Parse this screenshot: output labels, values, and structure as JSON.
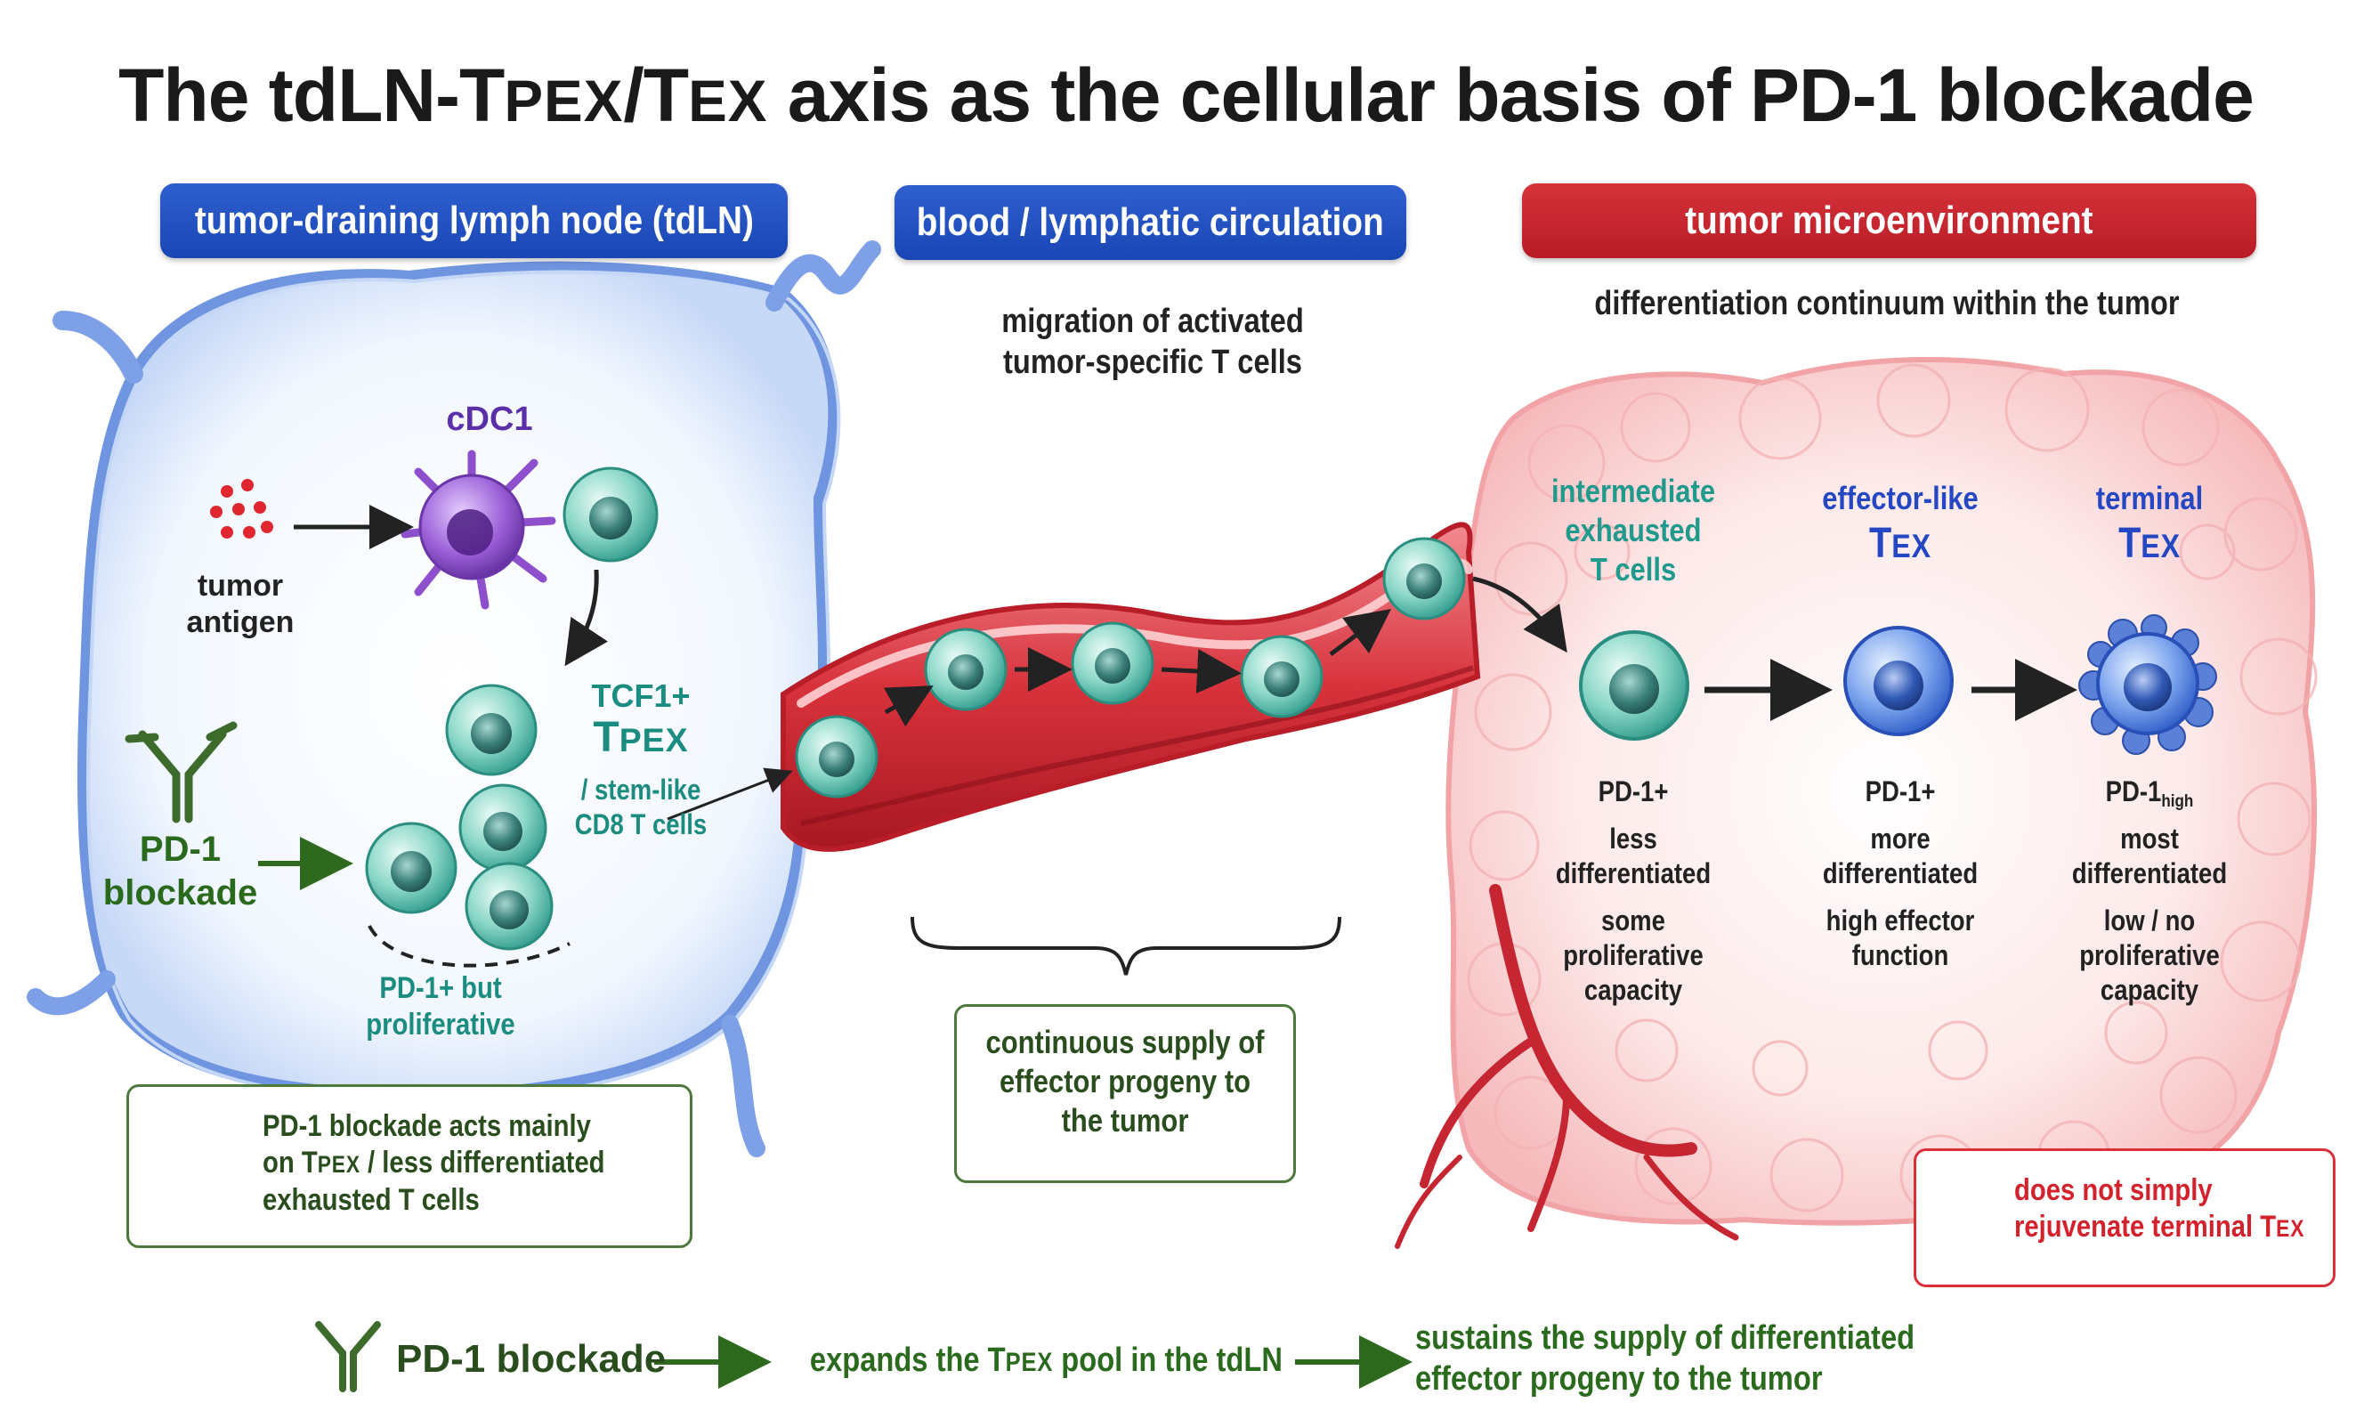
{
  "title": {
    "part1": "The tdLN-T",
    "sc1": "PEX",
    "part2": "/T",
    "sc2": "EX",
    "part3": " axis as the cellular basis of PD-1 blockade"
  },
  "sections": {
    "lymph_node": "tumor-draining lymph node (tdLN)",
    "circulation": "blood / lymphatic circulation",
    "tumor": "tumor microenvironment"
  },
  "lymph_node": {
    "cdc1": "cDC1",
    "antigen_line1": "tumor",
    "antigen_line2": "antigen",
    "tcf1": "TCF1+",
    "tpex_T": "T",
    "tpex_sc": "PEX",
    "stem_line1": "/ stem-like",
    "stem_line2": "CD8 T cells",
    "blockade_line1": "PD-1",
    "blockade_line2": "blockade",
    "prolif_line1": "PD-1+ but",
    "prolif_line2": "proliferative",
    "box_line1": "PD-1 blockade acts mainly",
    "box_line2_pre": "on T",
    "box_line2_sc": "PEX",
    "box_line2_post": " / less differentiated",
    "box_line3": "exhausted T cells"
  },
  "circulation": {
    "migration_line1": "migration of activated",
    "migration_line2": "tumor-specific T cells",
    "supply_line1": "continuous supply of",
    "supply_line2": "effector progeny to",
    "supply_line3": "the tumor"
  },
  "tumor": {
    "subtitle": "differentiation continuum within the tumor",
    "stages": [
      {
        "name_line1": "intermediate",
        "name_line2": "exhausted",
        "name_line3": "T cells",
        "pd1": "PD-1+",
        "pd1_sub": "",
        "diff_line1": "less",
        "diff_line2": "differentiated",
        "func_line1": "some",
        "func_line2": "proliferative",
        "func_line3": "capacity"
      },
      {
        "name_line1": "effector-like",
        "name_line2": "T",
        "name_line2_sc": "EX",
        "name_line3": "",
        "pd1": "PD-1+",
        "pd1_sub": "",
        "diff_line1": "more",
        "diff_line2": "differentiated",
        "func_line1": "high effector",
        "func_line2": "function",
        "func_line3": ""
      },
      {
        "name_line1": "terminal",
        "name_line2": "T",
        "name_line2_sc": "EX",
        "name_line3": "",
        "pd1": "PD-1",
        "pd1_sub": "high",
        "diff_line1": "most",
        "diff_line2": "differentiated",
        "func_line1": "low / no",
        "func_line2": "proliferative",
        "func_line3": "capacity"
      }
    ],
    "warning_line1": "does not simply",
    "warning_line2_pre": "rejuvenate terminal T",
    "warning_line2_sc": "EX"
  },
  "bottom": {
    "blockade": "PD-1 blockade",
    "expands_pre": "expands the T",
    "expands_sc": "PEX",
    "expands_post": " pool in the tdLN",
    "sustains_line1": "sustains the supply of differentiated",
    "sustains_line2": "effector progeny to the tumor"
  },
  "colors": {
    "lymph_blue": "#1e4fc0",
    "tumor_red": "#c8232d",
    "tcell_teal": "#3aa99a",
    "cdc1_purple": "#8a4fc4",
    "antigen_red": "#e0262e",
    "antibody_green": "#3d6b2c"
  }
}
